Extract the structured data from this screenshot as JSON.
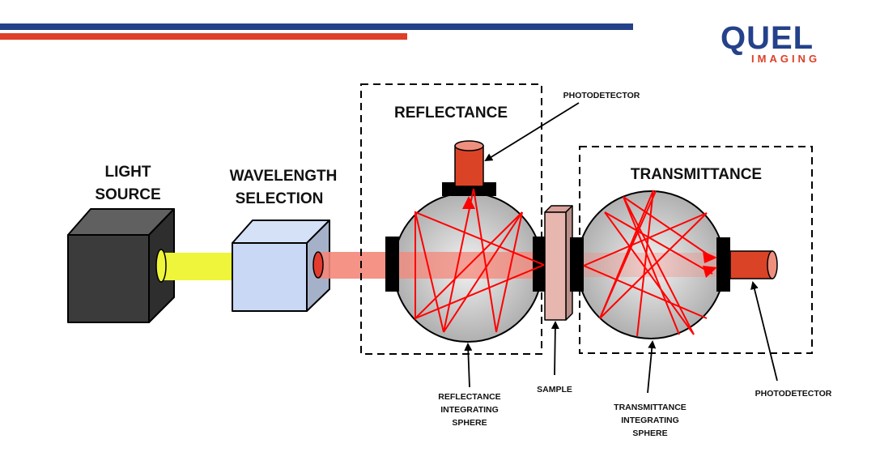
{
  "logo": {
    "main": "QUEL",
    "sub": "IMAGING",
    "colors": {
      "blue": "#24418A",
      "red": "#DE3F26"
    }
  },
  "header_bars": {
    "top_color": "#24418A",
    "bottom_color": "#DE3F26"
  },
  "labels": {
    "light_source": [
      "LIGHT",
      "SOURCE"
    ],
    "wavelength_selection": [
      "WAVELENGTH",
      "SELECTION"
    ],
    "reflectance": "REFLECTANCE",
    "transmittance": "TRANSMITTANCE",
    "photodetector_top": "PHOTODETECTOR",
    "photodetector_right": "PHOTODETECTOR",
    "sample": "SAMPLE",
    "reflectance_sphere": [
      "REFLECTANCE",
      "INTEGRATING",
      "SPHERE"
    ],
    "transmittance_sphere": [
      "TRANSMITTANCE",
      "INTEGRATING",
      "SPHERE"
    ]
  },
  "colors": {
    "light_beam": "#EEF53A",
    "filtered_beam": "#F4877A",
    "ray": "#FF0000",
    "detector": "#DB4327",
    "sample": "#E7B6AF",
    "wavelength_box": "#C9D8F5",
    "source_box": "#3A3A3A"
  }
}
